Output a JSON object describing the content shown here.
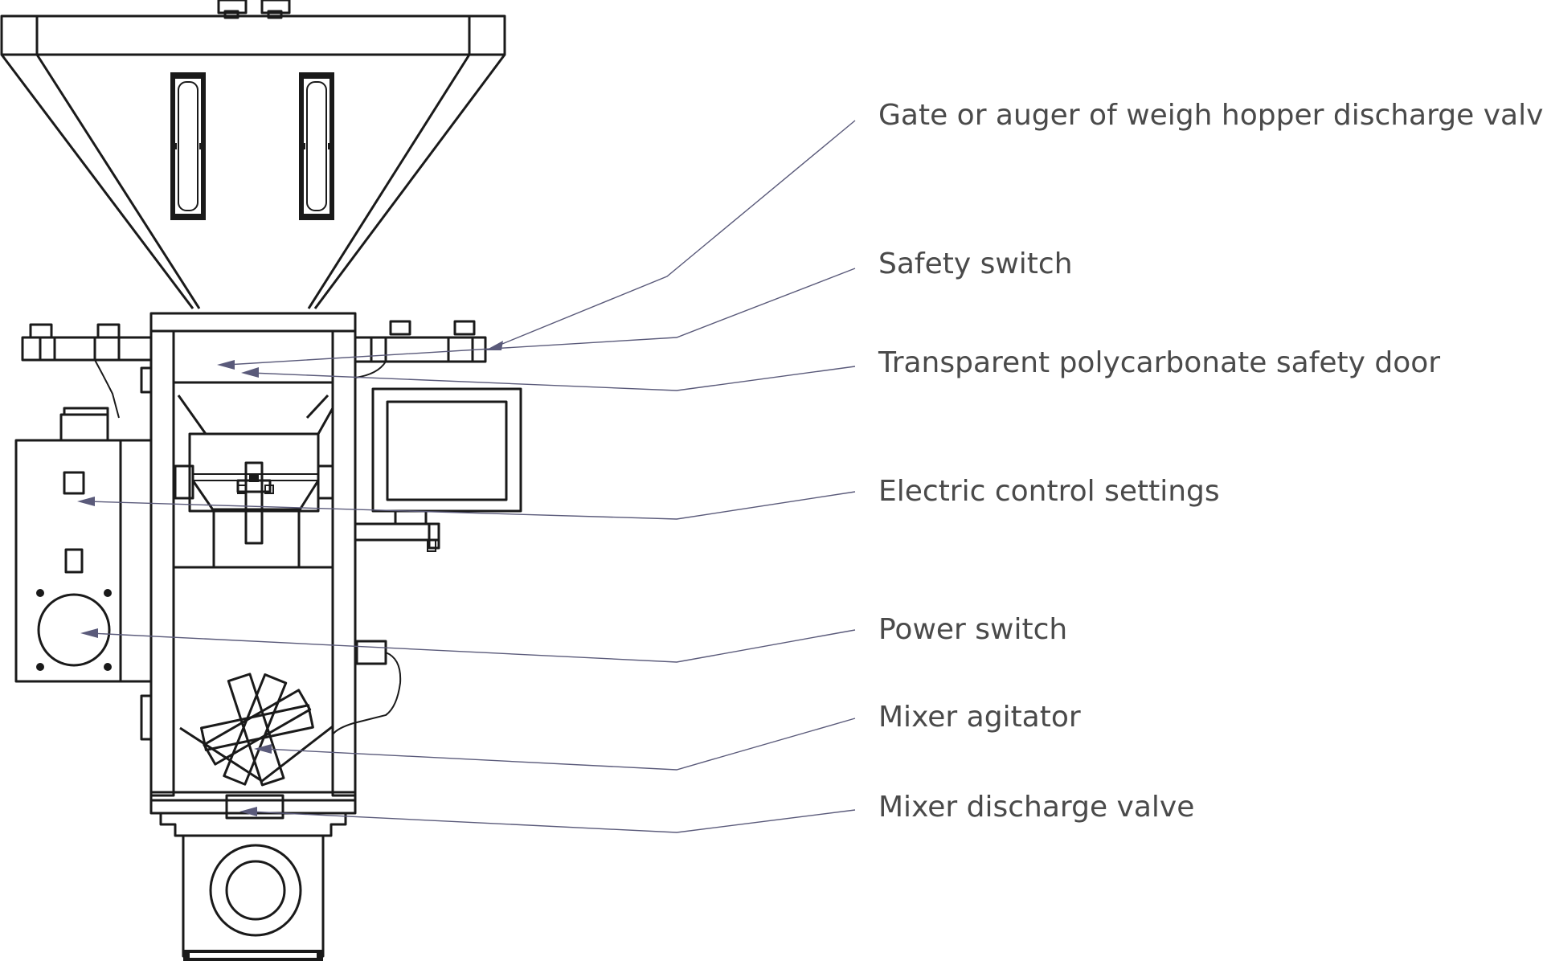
{
  "callouts": [
    {
      "id": "discharge-valve-gate",
      "text": "Gate or auger of weigh hopper discharge valve"
    },
    {
      "id": "safety-switch",
      "text": "Safety switch"
    },
    {
      "id": "safety-door",
      "text": "Transparent polycarbonate safety door"
    },
    {
      "id": "electric-control",
      "text": "Electric control settings"
    },
    {
      "id": "power-switch",
      "text": "Power switch"
    },
    {
      "id": "mixer-agitator",
      "text": "Mixer agitator"
    },
    {
      "id": "mixer-discharge-valve",
      "text": "Mixer discharge valve"
    }
  ],
  "colors": {
    "line": "#1a1a1a",
    "leader": "#5a5a7a",
    "text": "#4a4a4a",
    "background": "#ffffff"
  }
}
